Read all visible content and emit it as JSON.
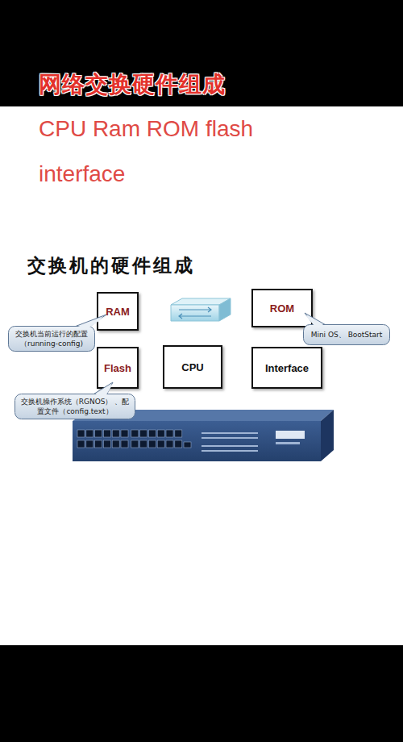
{
  "diagram": {
    "title": "网络交换硬件组成",
    "nodes": [
      {
        "text": [
          "RAM"
        ]
      },
      {
        "text": [
          "ROM"
        ]
      },
      {
        "text": [
          "交换机当前运行的配置 （running-config)"
        ]
      },
      {
        "text": [
          "Mini OS、 BootStart"
        ]
      },
      {
        "text": [
          "Flash"
        ]
      },
      {
        "text": [
          "CPU"
        ]
      },
      {
        "text": [
          "Interface"
        ]
      },
      {
        "text": [
          "交换机操作系统（RGNOS） 、配置文件（config.text）"
        ]
      }
    ],
    "labels": [
      "CPU Ram ROM flash interface",
      "交换机的硬件组成"
    ]
  }
}
